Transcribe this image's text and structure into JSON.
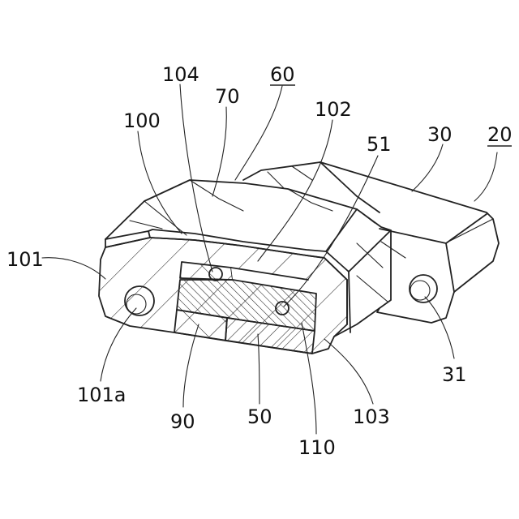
{
  "labels": {
    "l104": "104",
    "l60": "60",
    "l70": "70",
    "l100": "100",
    "l102": "102",
    "l51": "51",
    "l30": "30",
    "l20": "20",
    "l101": "101",
    "l31": "31",
    "l101a": "101a",
    "l90": "90",
    "l50": "50",
    "l103": "103",
    "l110": "110"
  },
  "colors": {
    "line": "#222222",
    "background": "#ffffff"
  }
}
